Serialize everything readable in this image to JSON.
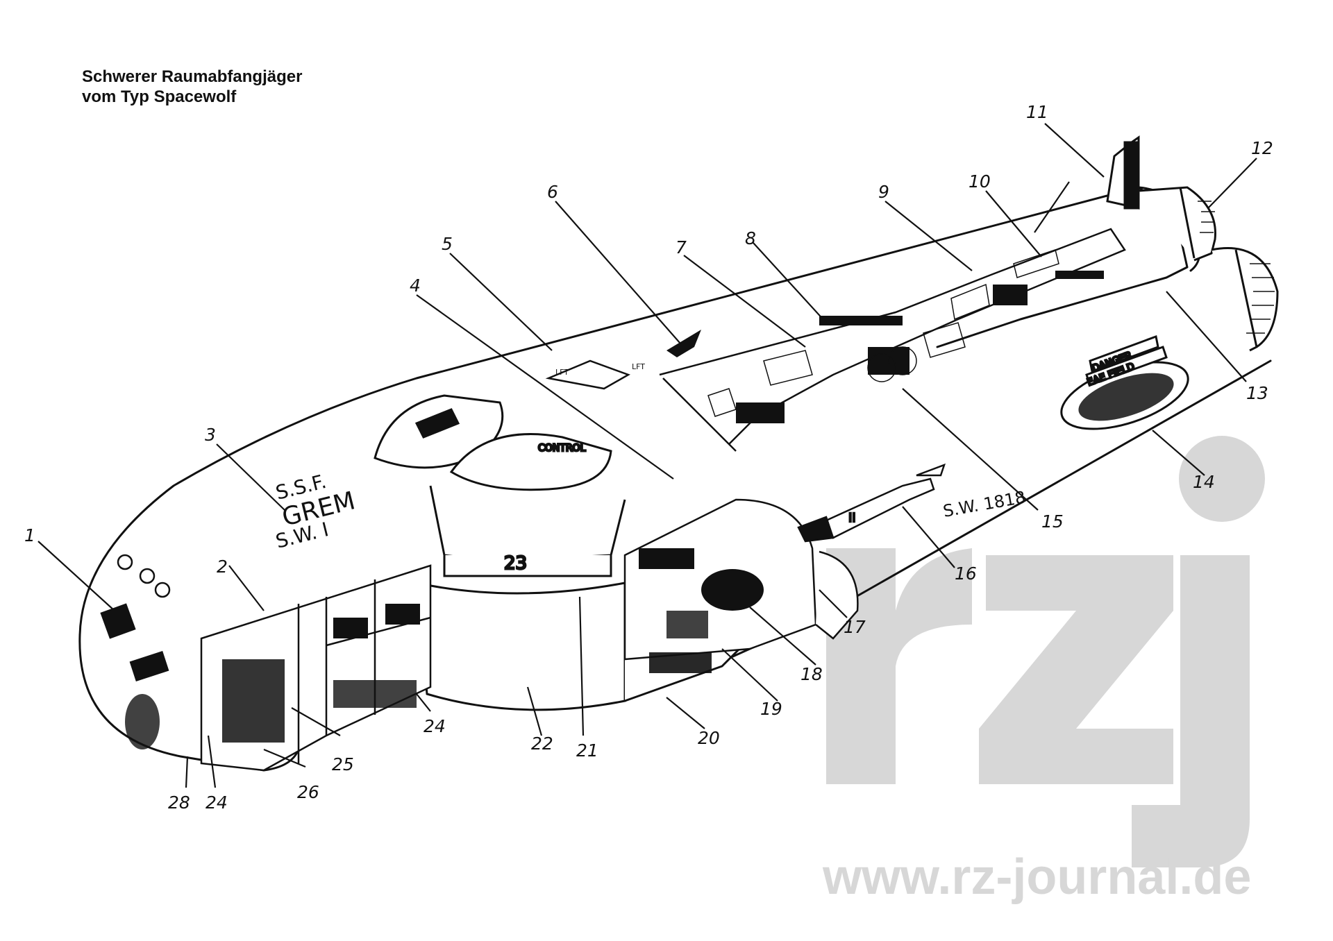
{
  "title": {
    "line1": "Schwerer Raumabfangjäger",
    "line2": "vom Typ Spacewolf"
  },
  "hull_markings": {
    "ssf": "S.S.F.",
    "grem": "GREM",
    "sw": "S.W. I",
    "serial": "S.W. 1818",
    "control": "CONTROL",
    "danger": "DANGER",
    "eae_field": "EAE FIELD",
    "missile_mark": "II",
    "lft_left": "LFT",
    "lft_right": "LFT",
    "cabin_23": "23"
  },
  "callouts": [
    {
      "id": "1",
      "label": "1"
    },
    {
      "id": "2",
      "label": "2"
    },
    {
      "id": "3",
      "label": "3"
    },
    {
      "id": "4",
      "label": "4"
    },
    {
      "id": "5",
      "label": "5"
    },
    {
      "id": "6",
      "label": "6"
    },
    {
      "id": "7",
      "label": "7"
    },
    {
      "id": "8",
      "label": "8"
    },
    {
      "id": "9",
      "label": "9"
    },
    {
      "id": "10",
      "label": "10"
    },
    {
      "id": "11",
      "label": "11"
    },
    {
      "id": "12",
      "label": "12"
    },
    {
      "id": "13",
      "label": "13"
    },
    {
      "id": "14",
      "label": "14"
    },
    {
      "id": "15",
      "label": "15"
    },
    {
      "id": "16",
      "label": "16"
    },
    {
      "id": "17",
      "label": "17"
    },
    {
      "id": "18",
      "label": "18"
    },
    {
      "id": "19",
      "label": "19"
    },
    {
      "id": "20",
      "label": "20"
    },
    {
      "id": "21",
      "label": "21"
    },
    {
      "id": "22",
      "label": "22"
    },
    {
      "id": "24a",
      "label": "24"
    },
    {
      "id": "25",
      "label": "25"
    },
    {
      "id": "26",
      "label": "26"
    },
    {
      "id": "28",
      "label": "28"
    },
    {
      "id": "24b",
      "label": "24"
    }
  ],
  "watermark": {
    "url": "www.rz-journal.de",
    "logo": "rzj",
    "color": "#d7d7d7"
  },
  "colors": {
    "ink": "#111111",
    "paper": "#ffffff"
  }
}
